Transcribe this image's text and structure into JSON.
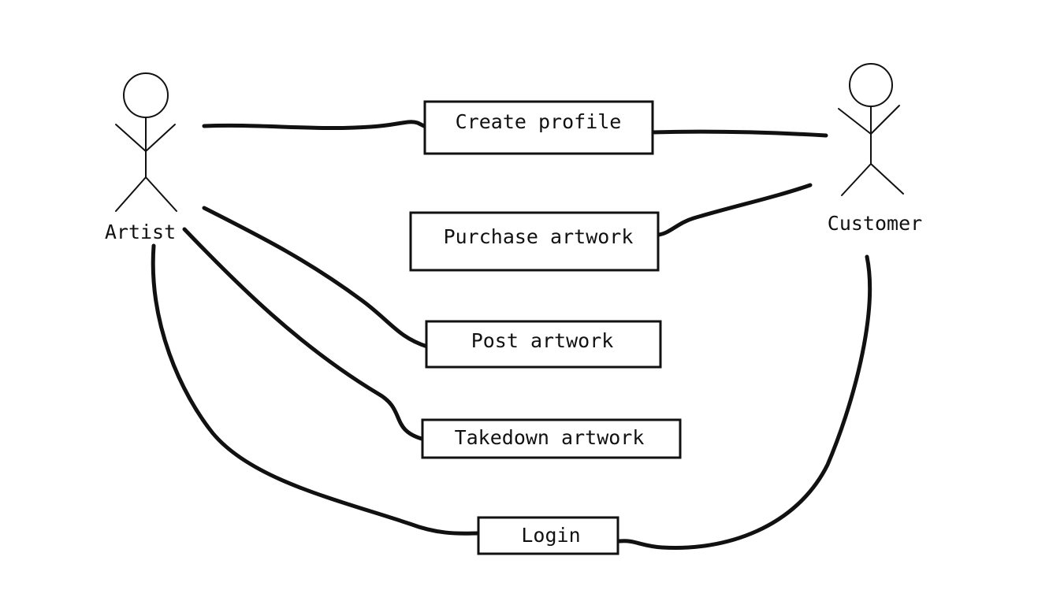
{
  "diagram": {
    "actors": [
      {
        "id": "artist",
        "label": "Artist"
      },
      {
        "id": "customer",
        "label": "Customer"
      }
    ],
    "use_cases": [
      {
        "id": "create-profile",
        "label": "Create profile"
      },
      {
        "id": "purchase-artwork",
        "label": "Purchase artwork"
      },
      {
        "id": "post-artwork",
        "label": "Post artwork"
      },
      {
        "id": "takedown-artwork",
        "label": "Takedown artwork"
      },
      {
        "id": "login",
        "label": "Login"
      }
    ],
    "associations": [
      {
        "from": "Artist",
        "to": "Create profile"
      },
      {
        "from": "Customer",
        "to": "Create profile"
      },
      {
        "from": "Customer",
        "to": "Purchase artwork"
      },
      {
        "from": "Artist",
        "to": "Post artwork"
      },
      {
        "from": "Artist",
        "to": "Takedown artwork"
      },
      {
        "from": "Artist",
        "to": "Login"
      },
      {
        "from": "Customer",
        "to": "Login"
      }
    ]
  }
}
